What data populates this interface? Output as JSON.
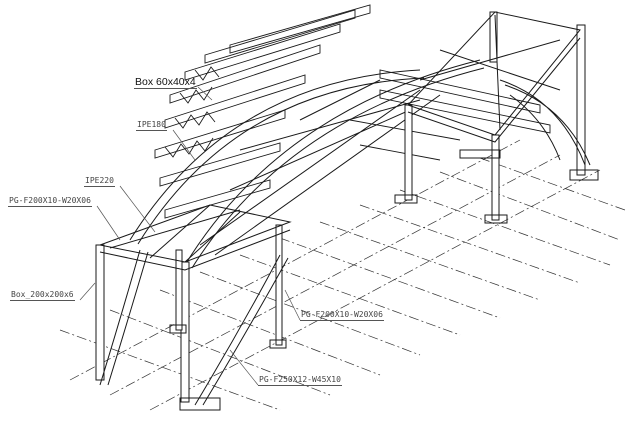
{
  "labels": {
    "box_60": "Box 60x40x4",
    "ipe180": "IPE180",
    "ipe220": "IPE220",
    "pg_f200_left": "PG-F200X10-W20X06",
    "box_200": "Box_200x200x6",
    "pg_f200_right": "PG-F200X10-W20X06",
    "pg_f250": "PG-F250X12-W45X10"
  },
  "colors": {
    "line": "#1a1a1a",
    "grid": "#333333"
  }
}
